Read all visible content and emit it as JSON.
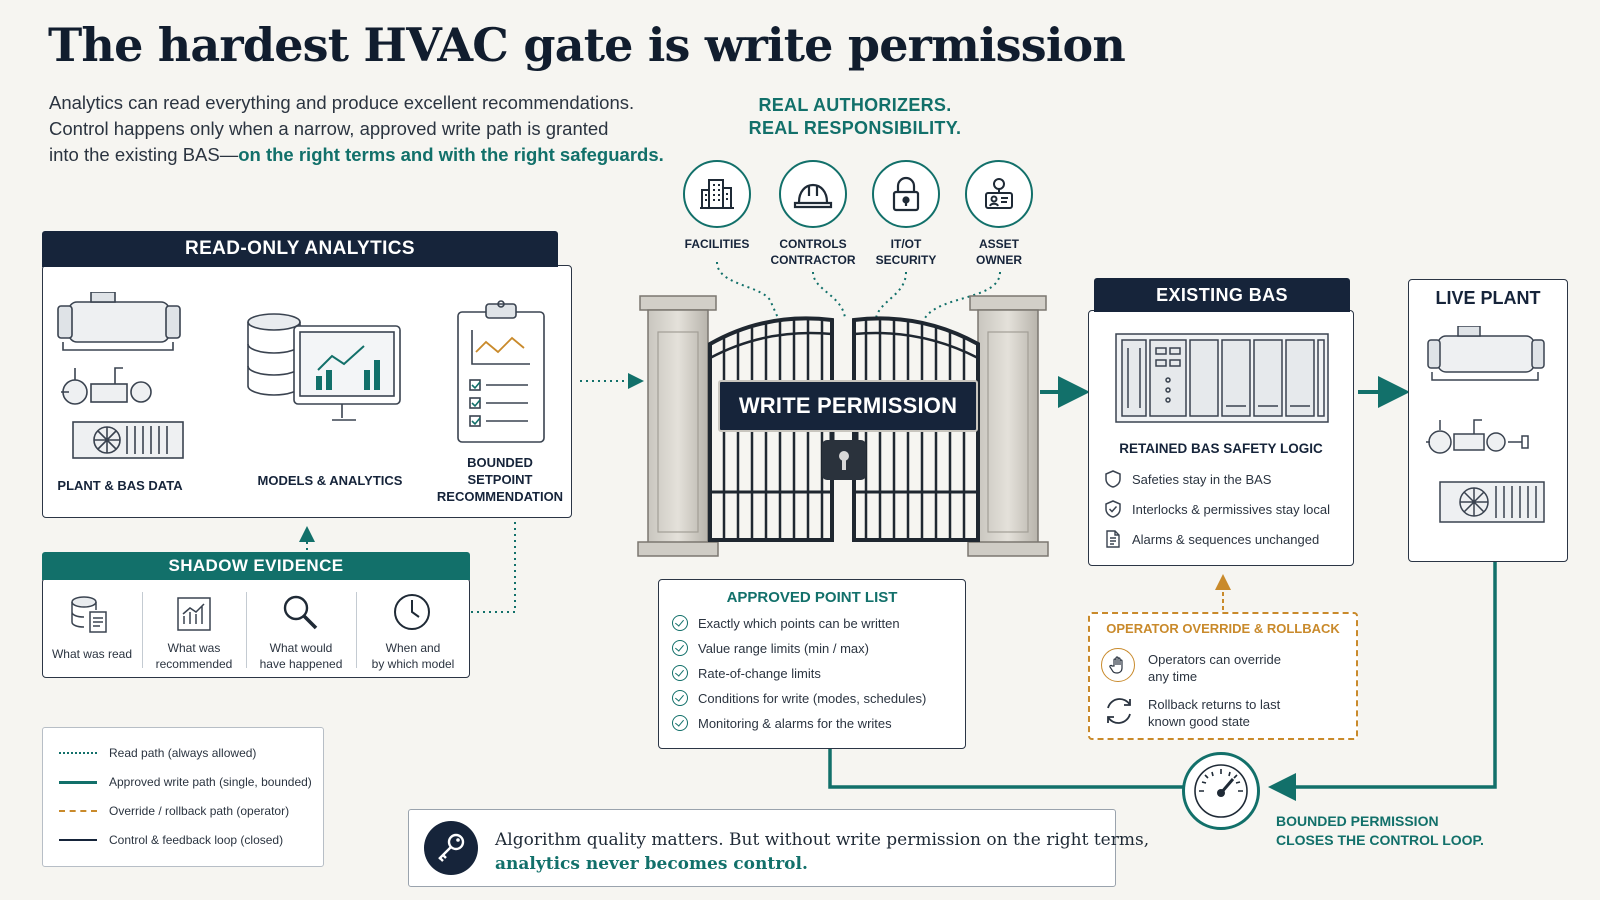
{
  "title": "The hardest HVAC gate is write permission",
  "intro": {
    "line1": "Analytics can read everything and produce excellent recommendations.",
    "line2": "Control happens only when a narrow, approved write path is granted",
    "line3_prefix": "into the existing BAS—",
    "line3_emphasis": "on the right terms and with the right safeguards."
  },
  "authorizers": {
    "heading_line1": "REAL AUTHORIZERS.",
    "heading_line2": "REAL RESPONSIBILITY.",
    "items": [
      {
        "icon": "building-icon",
        "label_line1": "FACILITIES",
        "label_line2": ""
      },
      {
        "icon": "hard-hat-icon",
        "label_line1": "CONTROLS",
        "label_line2": "CONTRACTOR"
      },
      {
        "icon": "padlock-icon",
        "label_line1": "IT/OT",
        "label_line2": "SECURITY"
      },
      {
        "icon": "person-badge-icon",
        "label_line1": "ASSET",
        "label_line2": "OWNER"
      }
    ]
  },
  "read_only": {
    "header": "READ-ONLY ANALYTICS",
    "plant_label": "PLANT & BAS DATA",
    "models_label": "MODELS & ANALYTICS",
    "rec_label_line1": "BOUNDED",
    "rec_label_line2": "SETPOINT",
    "rec_label_line3": "RECOMMENDATION"
  },
  "shadow": {
    "header": "SHADOW EVIDENCE",
    "items": [
      {
        "icon": "database-document-icon",
        "line1": "What was read",
        "line2": ""
      },
      {
        "icon": "chart-document-icon",
        "line1": "What was",
        "line2": "recommended"
      },
      {
        "icon": "magnifier-icon",
        "line1": "What would",
        "line2": "have happened"
      },
      {
        "icon": "clock-icon",
        "line1": "When and",
        "line2": "by which model"
      }
    ]
  },
  "gate": {
    "label": "WRITE PERMISSION"
  },
  "approved": {
    "header": "APPROVED POINT LIST",
    "items": [
      "Exactly which points can be written",
      "Value range limits (min / max)",
      "Rate-of-change limits",
      "Conditions for write (modes, schedules)",
      "Monitoring & alarms for the writes"
    ]
  },
  "bas": {
    "header": "EXISTING BAS",
    "sub": "RETAINED BAS SAFETY LOGIC",
    "items": [
      {
        "icon": "shield-icon",
        "text": "Safeties stay in the BAS"
      },
      {
        "icon": "shield-check-icon",
        "text": "Interlocks & permissives stay local"
      },
      {
        "icon": "document-icon",
        "text": "Alarms & sequences unchanged"
      }
    ]
  },
  "plant": {
    "header": "LIVE PLANT"
  },
  "override": {
    "header": "OPERATOR OVERRIDE & ROLLBACK",
    "item1_line1": "Operators can override",
    "item1_line2": "any time",
    "item2_line1": "Rollback returns to last",
    "item2_line2": "known good state"
  },
  "closes": {
    "line1": "BOUNDED PERMISSION",
    "line2": "CLOSES THE CONTROL LOOP."
  },
  "legend": {
    "items": [
      {
        "style": "dotted",
        "color": "#12706a",
        "text": "Read path (always allowed)"
      },
      {
        "style": "solid",
        "color": "#12706a",
        "text": "Approved write path (single, bounded)"
      },
      {
        "style": "dashed",
        "color": "#c98a2b",
        "text": "Override / rollback path (operator)"
      },
      {
        "style": "solid",
        "color": "#16243a",
        "text": "Control & feedback loop (closed)"
      }
    ]
  },
  "footer": {
    "line1": "Algorithm quality matters. But without write permission on the right terms,",
    "line2": "analytics never becomes control."
  },
  "colors": {
    "navy": "#16243a",
    "teal": "#12706a",
    "orange": "#c98a2b",
    "background": "#f6f5f1"
  }
}
